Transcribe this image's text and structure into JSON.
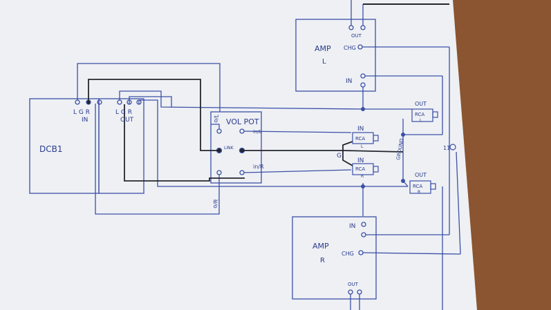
{
  "colors": {
    "table": "#8a5530",
    "paper": "#eef0f4",
    "ink_blue": "#3b4fa6",
    "ink_black": "#23262d"
  },
  "labels": {
    "amp_l_out": "OUT",
    "amp_l_title": "AMP",
    "amp_l_side": "L",
    "amp_l_chg": "CHG",
    "amp_l_in": "IN",
    "dcb1_name": "DCB1",
    "dcb1_left_group": "L G R",
    "dcb1_in": "IN",
    "dcb1_right_group": "L G R",
    "dcb1_out": "OUT",
    "pot_title": "VOL POT",
    "pot_out_l": "o/L",
    "pot_in_l": "in/L",
    "pot_link": "LINK",
    "pot_in_r": "in/R",
    "pot_out_r": "o/R",
    "rca_in_top_label": "IN",
    "rca_in_top": "RCA",
    "rca_in_top_side": "L",
    "g_label": "G",
    "rca_in_bot_label": "IN",
    "rca_in_bot": "RCA",
    "rca_in_bot_side": "R",
    "ground": "GROUND",
    "rca_out_top_label": "OUT",
    "rca_out_top": "RCA",
    "rca_out_top_side": "L",
    "rca_out_bot_label": "OUT",
    "rca_out_bot": "RCA",
    "rca_out_bot_side": "R",
    "right_mark": "11",
    "amp_r_title": "AMP",
    "amp_r_side": "R",
    "amp_r_in": "IN",
    "amp_r_chg": "CHG",
    "amp_r_out": "OUT"
  }
}
